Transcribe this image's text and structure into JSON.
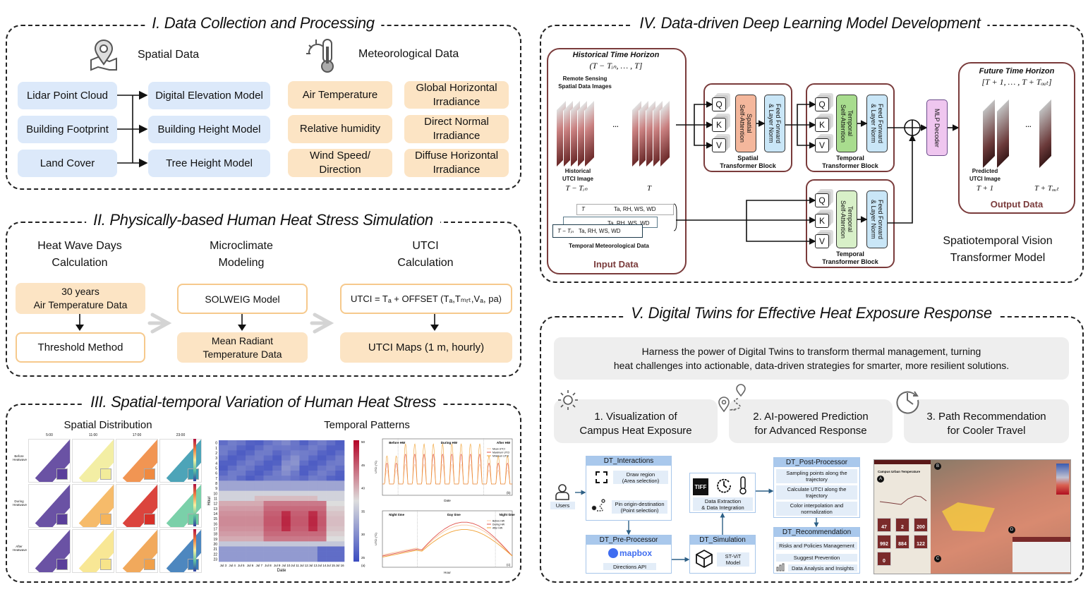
{
  "section1": {
    "title": "I. Data Collection and Processing",
    "spatial_label": "Spatial Data",
    "meteo_label": "Meteorological Data",
    "spatial_inputs": [
      "Lidar Point Cloud",
      "Building Footprint",
      "Land Cover"
    ],
    "spatial_outputs": [
      "Digital Elevation Model",
      "Building Height Model",
      "Tree Height Model"
    ],
    "meteo_left": [
      "Air Temperature",
      "Relative humidity",
      "Wind Speed/\nDirection"
    ],
    "meteo_right": [
      "Global Horizontal\nIrradiance",
      "Direct Normal\nIrradiance",
      "Diffuse Horizontal\nIrradiance"
    ]
  },
  "section2": {
    "title": "II. Physically-based Human Heat Stress Simulation",
    "col1_heading": "Heat Wave Days\nCalculation",
    "col2_heading": "Microclimate\nModeling",
    "col3_heading": "UTCI\nCalculation",
    "col1_top": "30 years\nAir Temperature Data",
    "col1_bottom": "Threshold Method",
    "col2_top": "SOLWEIG Model",
    "col2_bottom": "Mean Radiant\nTemperature Data",
    "col3_top": "UTCI = Tₐ + OFFSET (Tₐ,Tₘᵣₜ,Vₐ, pa)",
    "col3_bottom": "UTCI Maps (1 m, hourly)"
  },
  "section3": {
    "title": "III. Spatial-temporal Variation of Human Heat Stress",
    "spatial_heading": "Spatial Distribution",
    "temporal_heading": "Temporal Patterns",
    "map_times": [
      "5:00",
      "11:00",
      "17:00",
      "23:00"
    ],
    "map_rows": [
      "Before Heatwave",
      "During Heatwave",
      "After Heatwave"
    ],
    "heatmap": {
      "xlabel": "Date",
      "ylabel": "Hour",
      "cbar_label": "UTCI (°C)",
      "dates": [
        "Jul 3",
        "Jul 4",
        "Jul 5",
        "Jul 6",
        "Jul 7",
        "Jul 8",
        "Jul 9",
        "Jul 10",
        "Jul 11",
        "Jul 12",
        "Jul 13",
        "Jul 14",
        "Jul 15",
        "Jul 16"
      ],
      "cbar_ticks": [
        "50",
        "45",
        "40",
        "35",
        "30",
        "25"
      ],
      "panel": "(a)"
    },
    "line_top": {
      "phases": [
        "Before HW",
        "During HW",
        "After HW"
      ],
      "legend": [
        "Mean UTCI",
        "Maximum UTCI",
        "Minimum UTCI"
      ],
      "xlabel": "Date",
      "ylabel": "UTCI (°C)",
      "panel": "(b)"
    },
    "line_bottom": {
      "phases": [
        "Night time",
        "Day time",
        "Night time"
      ],
      "legend": [
        "Before HW",
        "During HW",
        "After HW"
      ],
      "xlabel": "Hour",
      "ylabel": "UTCI (°C)",
      "panel": "(c)"
    }
  },
  "section4": {
    "title": "IV. Data-driven Deep Learning Model Development",
    "input": {
      "heading": "Historical Time Horizon",
      "range": "(T − Tᵢₙ, … , T]",
      "rs_label": "Remote Sensing\nSpatial Data Images",
      "hist_label": "Historical\nUTCI Image",
      "t_start": "T − Tᵢₙ",
      "t_end": "T",
      "met_rows": [
        [
          "T",
          "Ta, RH, WS, WD"
        ],
        [
          "…",
          "Ta, RH, WS, WD"
        ],
        [
          "T − Tᵢₙ",
          "Ta, RH, WS, WD"
        ]
      ],
      "met_label": "Temporal Meteorological Data",
      "footer": "Input Data",
      "ellipsis": "…"
    },
    "spatial_block": {
      "q": "Q",
      "k": "K",
      "v": "V",
      "attn": "Spatial\nSelf-Attention",
      "ff": "Feed Forward\n& Layer Norm",
      "label": "Spatial\nTransformer Block"
    },
    "temporal_block": {
      "q": "Q",
      "k": "K",
      "v": "V",
      "attn": "Temporal\nSelf-Attention",
      "ff": "Feed Forward\n& Layer Norm",
      "label": "Temporal\nTransformer Block"
    },
    "decoder": "MLP Decoder",
    "output": {
      "heading": "Future Time Horizon",
      "range": "[T + 1, … , T + Tₒᵤₜ]",
      "pred_label": "Predicted\nUTCI Image",
      "t_start": "T + 1",
      "t_end": "T + Tₒᵤₜ",
      "footer": "Output Data",
      "ellipsis": "…"
    },
    "model_name": "Spatiotemporal Vision\nTransformer Model",
    "colors": {
      "frame": "#7a3b3b",
      "spatial_attn": "#f4b79c",
      "temporal_attn": "#a8dc8e",
      "ff": "#c9e6f7",
      "decoder": "#efc6ef"
    }
  },
  "section5": {
    "title": "V. Digital Twins for Effective Heat Exposure Response",
    "banner": "Harness the power of Digital Twins to transform thermal management, turning\nheat challenges into actionable, data-driven strategies for smarter, more resilient solutions.",
    "cards": [
      {
        "label": "1. Visualization of\nCampus Heat Exposure",
        "icon": "sun-icon"
      },
      {
        "label": "2. AI-powered Prediction\nfor Advanced Response",
        "icon": "route-pin-icon"
      },
      {
        "label": "3. Path Recommendation\nfor Cooler Travel",
        "icon": "clock-icon"
      }
    ],
    "flow": {
      "users": "Users",
      "interactions": {
        "title": "DT_Interactions",
        "items": [
          "Draw region\n(Area selection)",
          "Pin origin-destination\n(Point selection)"
        ]
      },
      "preprocessor": {
        "title": "DT_Pre-Processor",
        "brand": "mapbox",
        "api": "Directions API"
      },
      "simulation": {
        "title": "DT_Simulation",
        "model": "ST-ViT\nModel"
      },
      "extraction": {
        "tiff": "TIFF",
        "label": "Data Extraction\n& Data Integration"
      },
      "postprocessor": {
        "title": "DT_Post-Processor",
        "items": [
          "Sampling points along the\ntrajectory",
          "Calculate UTCI along the\ntrajectory",
          "Color interpolation and\nnormalization"
        ]
      },
      "recommendation": {
        "title": "DT_Recommendation",
        "items": [
          "Risks and Policies Management",
          "Suggest Prevention",
          "Data Analysis and Insights"
        ]
      }
    },
    "dashboard": {
      "title": "Campus Urban Temperature",
      "tiles": [
        "47",
        "2",
        "200",
        "992",
        "884",
        "122",
        "0"
      ],
      "markers": [
        "A",
        "B",
        "C",
        "D"
      ]
    }
  }
}
